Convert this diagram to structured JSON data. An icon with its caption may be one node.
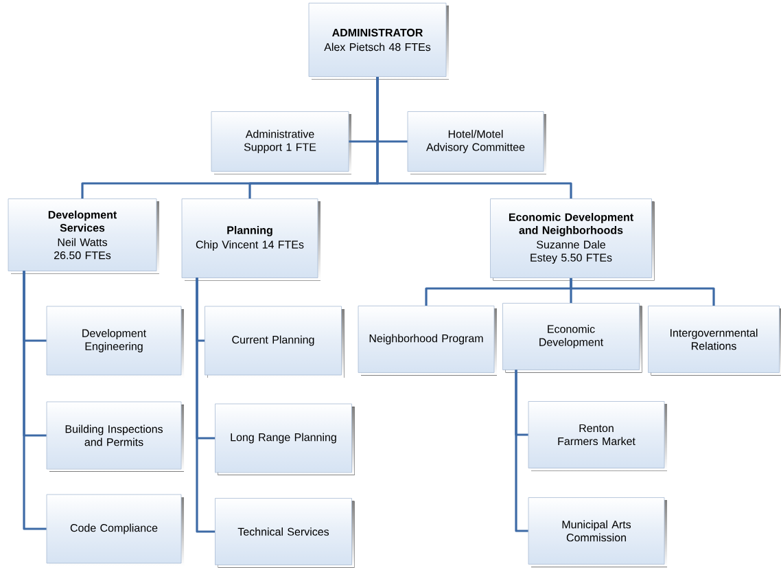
{
  "diagram": {
    "nodes": [
      {
        "text": [
          "ADMINISTRATOR",
          "Alex Pietsch 48 FTEs"
        ]
      },
      {
        "text": [
          "Administrative Support 1 FTE"
        ]
      },
      {
        "text": [
          "Hotel/Motel Advisory Committee"
        ]
      },
      {
        "text": [
          "Development Services",
          "Neil Watts 26.50 FTEs"
        ]
      },
      {
        "text": [
          "Planning",
          "Chip Vincent 14 FTEs"
        ]
      },
      {
        "text": [
          "Economic Development and Neighborhoods",
          "Suzanne Dale Estey 5.50 FTEs"
        ]
      },
      {
        "text": [
          "Development Engineering"
        ]
      },
      {
        "text": [
          "Building Inspections and Permits"
        ]
      },
      {
        "text": [
          "Code Compliance"
        ]
      },
      {
        "text": [
          "Current Planning"
        ]
      },
      {
        "text": [
          "Long Range Planning"
        ]
      },
      {
        "text": [
          "Technical Services"
        ]
      },
      {
        "text": [
          "Neighborhood Program"
        ]
      },
      {
        "text": [
          "Economic Development"
        ]
      },
      {
        "text": [
          "Intergovernmental Relations"
        ]
      },
      {
        "text": [
          "Renton Farmers Market"
        ]
      },
      {
        "text": [
          "Municipal Arts Commission"
        ]
      }
    ],
    "edges": [
      {
        "from": 0,
        "to": 1,
        "arrow": "none"
      },
      {
        "from": 0,
        "to": 2,
        "arrow": "none"
      },
      {
        "from": 0,
        "to": 3,
        "arrow": "none"
      },
      {
        "from": 0,
        "to": 4,
        "arrow": "none"
      },
      {
        "from": 0,
        "to": 5,
        "arrow": "none"
      },
      {
        "from": 3,
        "to": 6,
        "arrow": "none"
      },
      {
        "from": 3,
        "to": 7,
        "arrow": "none"
      },
      {
        "from": 3,
        "to": 8,
        "arrow": "none"
      },
      {
        "from": 4,
        "to": 9,
        "arrow": "none"
      },
      {
        "from": 4,
        "to": 10,
        "arrow": "none"
      },
      {
        "from": 4,
        "to": 11,
        "arrow": "none"
      },
      {
        "from": 5,
        "to": 12,
        "arrow": "none"
      },
      {
        "from": 5,
        "to": 13,
        "arrow": "none"
      },
      {
        "from": 5,
        "to": 14,
        "arrow": "none"
      },
      {
        "from": 13,
        "to": 15,
        "arrow": "none"
      },
      {
        "from": 13,
        "to": 16,
        "arrow": "none"
      }
    ]
  }
}
